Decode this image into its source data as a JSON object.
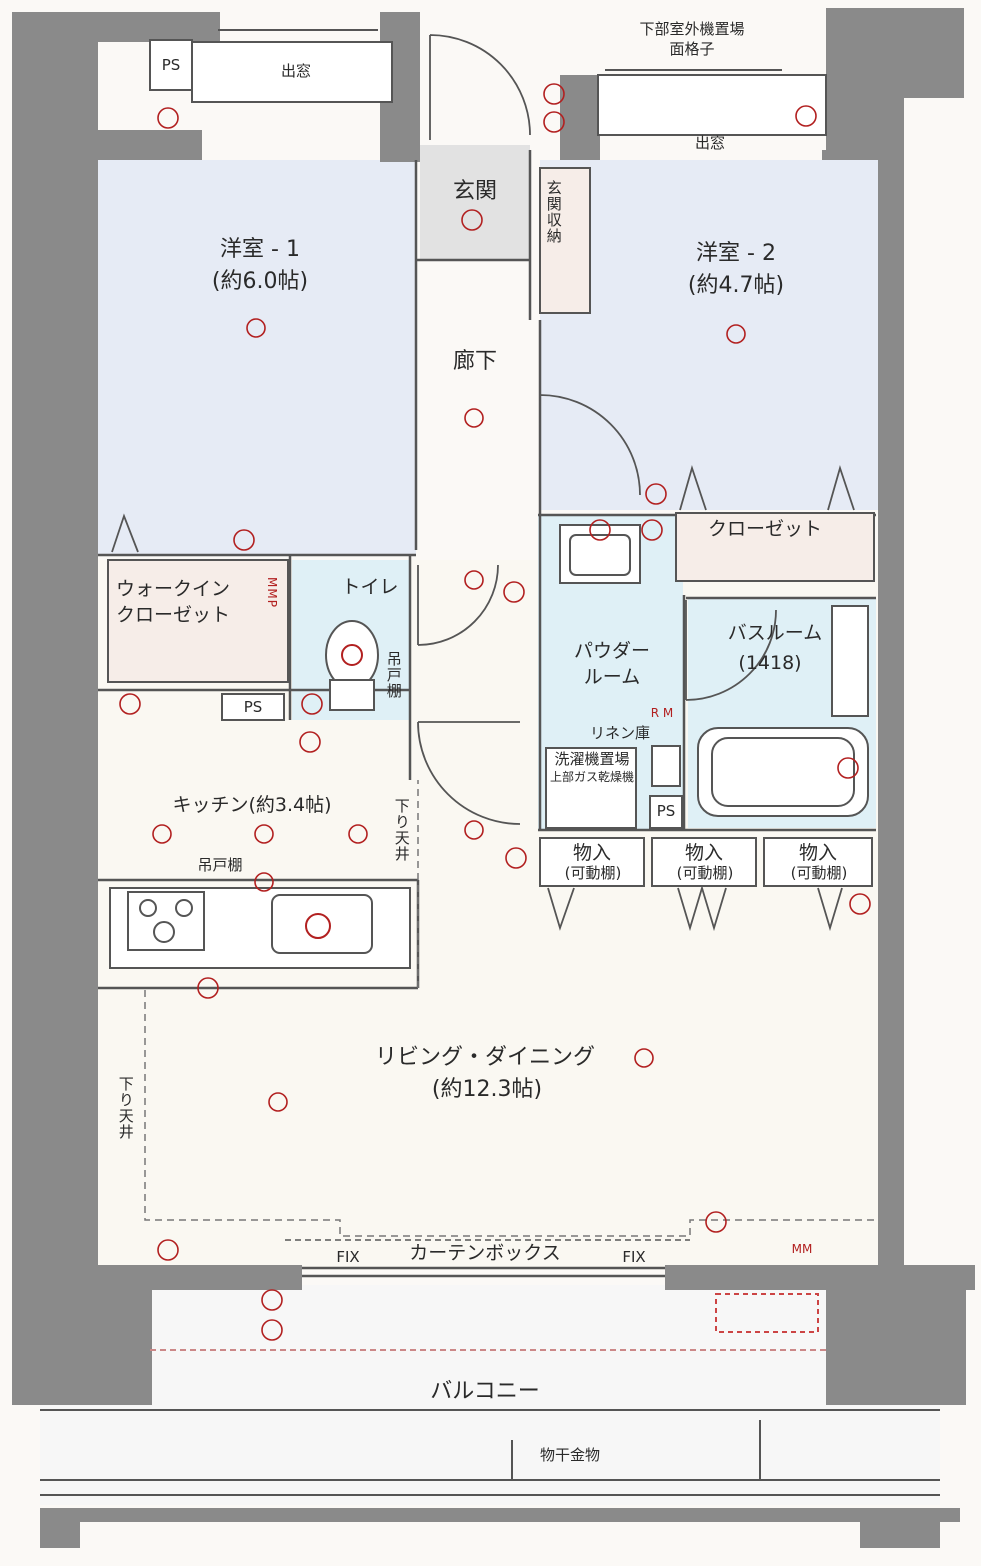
{
  "rooms": {
    "western1_name": "洋室 - 1",
    "western1_size": "(約6.0帖)",
    "western2_name": "洋室 - 2",
    "western2_size": "(約4.7帖)",
    "entrance": "玄関",
    "entrance_storage": "玄関収納",
    "hallway": "廊下",
    "closet": "クローゼット",
    "walkin_line1": "ウォークイン",
    "walkin_line2": "クローゼット",
    "toilet": "トイレ",
    "toilet_shelf": "吊戸棚",
    "powder_line1": "パウダー",
    "powder_line2": "ルーム",
    "bath_name": "バスルーム",
    "bath_size": "(1418)",
    "linen": "リネン庫",
    "washer_line1": "洗濯機置場",
    "washer_line2": "上部ガス乾燥機",
    "kitchen": "キッチン(約3.4帖)",
    "kitchen_shelf": "吊戸棚",
    "lowered_ceiling": "下り天井",
    "living_name": "リビング・ダイニング",
    "living_size": "(約12.3帖)",
    "curtain_box": "カーテンボックス",
    "fix": "FIX",
    "balcony": "バルコニー",
    "laundry_hardware": "物干金物",
    "bay_window": "出窓",
    "outdoor_unit_line1": "下部室外機置場",
    "outdoor_unit_line2": "面格子",
    "storage_title": "物入",
    "storage_sub": "(可動棚)",
    "ps": "PS",
    "mmp": "MMP",
    "mm": "MM",
    "rm": "R M"
  },
  "colors": {
    "wall": "#8a8a8a",
    "room_blue": "#e6ebf5",
    "wet_blue": "#dff0f6",
    "floor": "#faf8f2",
    "tile": "#e2e2e2",
    "accent": "#b22020"
  }
}
